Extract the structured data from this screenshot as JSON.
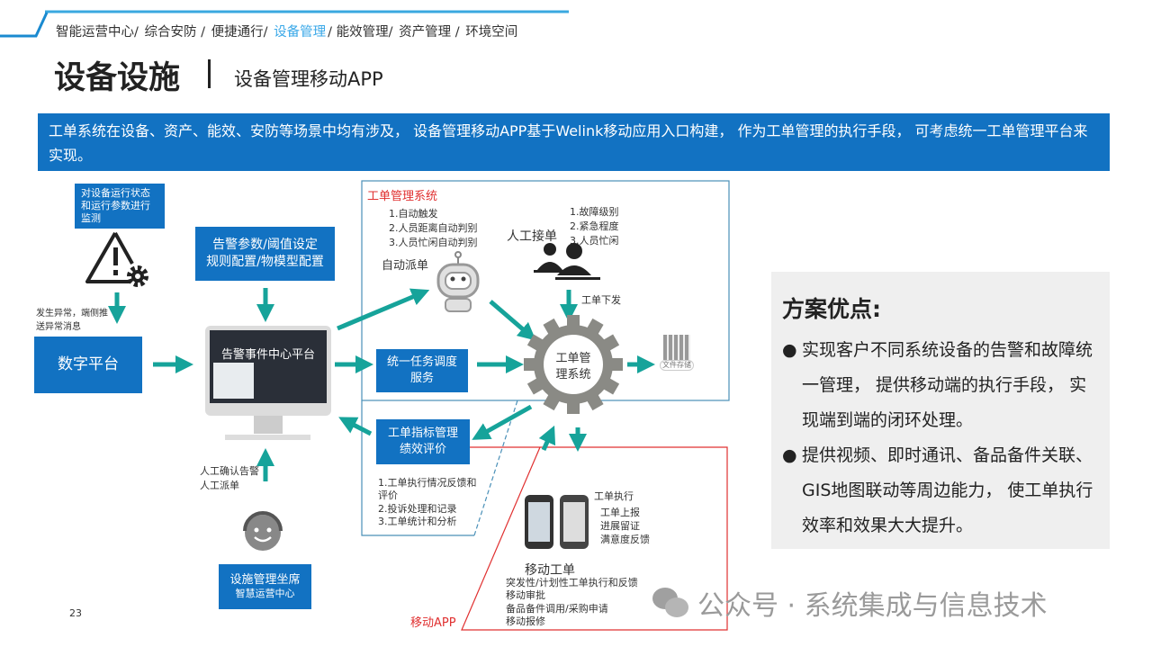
{
  "breadcrumb": {
    "items": [
      "智能运营中心/",
      "综合安防 /",
      "便捷通行/",
      "设备管理",
      "/ 能效管理/",
      "资产管理 /",
      "环境空间"
    ],
    "active_index": 3
  },
  "title": {
    "main": "设备设施",
    "sub": "设备管理移动APP"
  },
  "banner": {
    "text": "工单系统在设备、资产、能效、安防等场景中均有涉及， 设备管理移动APP基于Welink移动应用入口构建， 作为工单管理的执行手段， 可考虑统一工单管理平台来实现。"
  },
  "diagram": {
    "monitor_box": "对设备运行状态和运行参数进行监测",
    "push_note": "发生异常，端侧推送异常消息",
    "digital_platform": "数字平台",
    "alarm_config_line1": "告警参数/阈值设定",
    "alarm_config_line2": "规则配置/物模型配置",
    "alarm_center": "告警事件中心平台",
    "manual_note": "人工确认告警\n人工派单",
    "seat_line1": "设施管理坐席",
    "seat_line2": "智慧运营中心",
    "wo_system_label": "工单管理系统",
    "auto_rules": "1.自动触发\n2.人员距离自动判别\n3.人员忙闲自动判别",
    "auto_dispatch": "自动派单",
    "manual_accept": "人工接单",
    "manual_rules": "1.故障级别\n2.紧急程度\n3.人员忙闲",
    "wo_issue": "工单下发",
    "task_service": "统一任务调度服务",
    "gear_label": "工单管理系统",
    "file_storage": "文件存储",
    "kpi_box": "工单指标管理绩效评价",
    "kpi_items": "1.工单执行情况反馈和评价\n2.投诉处理和记录\n3.工单统计和分析",
    "wo_exec": "工单执行",
    "wo_exec_items": "工单上报\n进展留证\n满意度反馈",
    "mobile_wo": "移动工单",
    "mobile_wo_items": "突发性/计划性工单执行和反馈\n移动审批\n备品备件调用/采购申请\n移动报修",
    "mobile_app_label": "移动APP"
  },
  "advantages": {
    "title": "方案优点:",
    "items": [
      "实现客户不同系统设备的告警和故障统一管理， 提供移动端的执行手段， 实现端到端的闭环处理。",
      "提供视频、即时通讯、备品备件关联、GIS地图联动等周边能力， 使工单执行效率和效果大大提升。"
    ]
  },
  "page_number": "23",
  "watermark": "公众号 · 系统集成与信息技术",
  "colors": {
    "accent": "#1272c2",
    "teal": "#16a39a",
    "red": "#e03030",
    "highlight": "#3aa8e8"
  }
}
